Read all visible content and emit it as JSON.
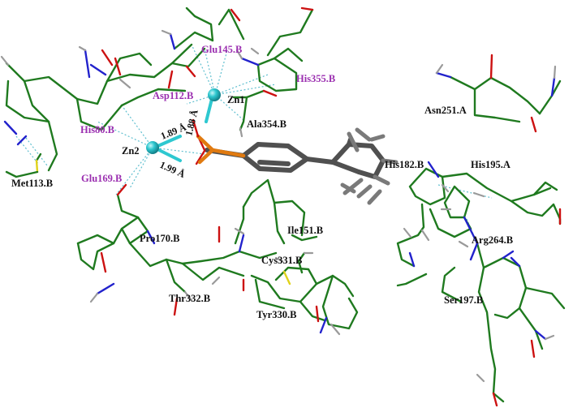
{
  "labels": {
    "glu145": "Glu145.B",
    "his355": "His355.B",
    "asp112": "Asp112.B",
    "zn1": "Zn1",
    "asn251": "Asn251.A",
    "ala354": "Ala354.B",
    "his80": "His80.B",
    "zn2": "Zn2",
    "glu169": "Glu169.B",
    "met113": "Met113.B",
    "his182": "His182.B",
    "his195": "His195.A",
    "pro170": "Pro170.B",
    "ile151": "Ile151.B",
    "arg264": "Arg264.B",
    "cys331": "Cys331.B",
    "thr332": "Thr332.B",
    "tyr330": "Tyr330.B",
    "ser197": "Ser197.B"
  },
  "distances": {
    "d1": "1.89 Å",
    "d2": "1.88 Å",
    "d3": "1.99 Å"
  },
  "colors": {
    "carbon": "#1f7a1f",
    "nitrogen": "#2222cc",
    "oxygen": "#cc1111",
    "sulfur": "#e0d21a",
    "hydrogen": "#9a9a9a",
    "phosphorus": "#e07a10",
    "zinc": "#2ec8d0",
    "ligand": "#505050",
    "hbond": "#5fbfcf",
    "label_purple": "#9b2fb0",
    "label_dark": "#111111"
  }
}
